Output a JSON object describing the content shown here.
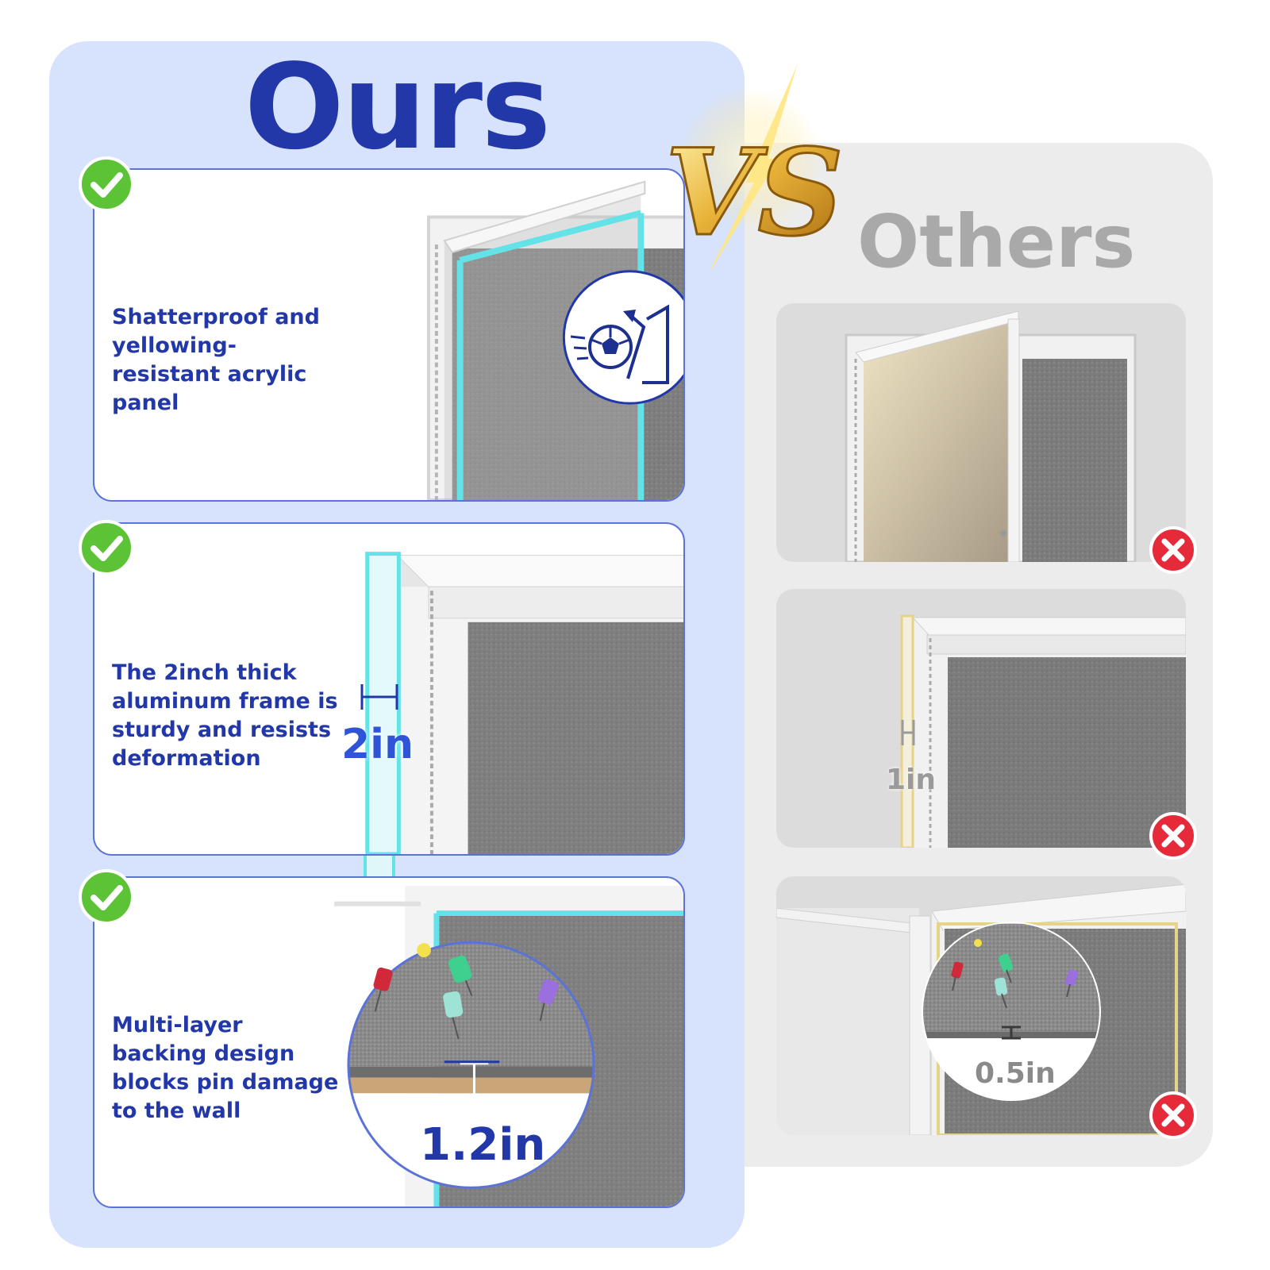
{
  "ours": {
    "title": "Ours",
    "features": [
      {
        "text": "Shatterproof and yellowing-resistant acrylic panel",
        "icon": "soccer-ball-bounce-icon"
      },
      {
        "text": "The 2inch thick aluminum frame is sturdy and resists deformation",
        "measure": "2in"
      },
      {
        "text": "Multi-layer backing design blocks pin damage to the wall",
        "measure": "1.2in"
      }
    ]
  },
  "vs_label": "VS",
  "others": {
    "title": "Others",
    "items": [
      {
        "measure": ""
      },
      {
        "measure": "1in"
      },
      {
        "measure": "0.5in"
      }
    ]
  },
  "colors": {
    "brand_blue": "#2237a8",
    "panel_blue": "#d7e3fc",
    "panel_grey": "#ececec",
    "check_green": "#5cc337",
    "cross_red": "#e52b3a",
    "glow_cyan": "#63e3e8",
    "felt_grey": "#7a7a7a",
    "gold": "#e9b43a"
  },
  "icons": [
    "check-icon",
    "cross-icon",
    "soccer-ball-bounce-icon",
    "pushpin-icon"
  ]
}
